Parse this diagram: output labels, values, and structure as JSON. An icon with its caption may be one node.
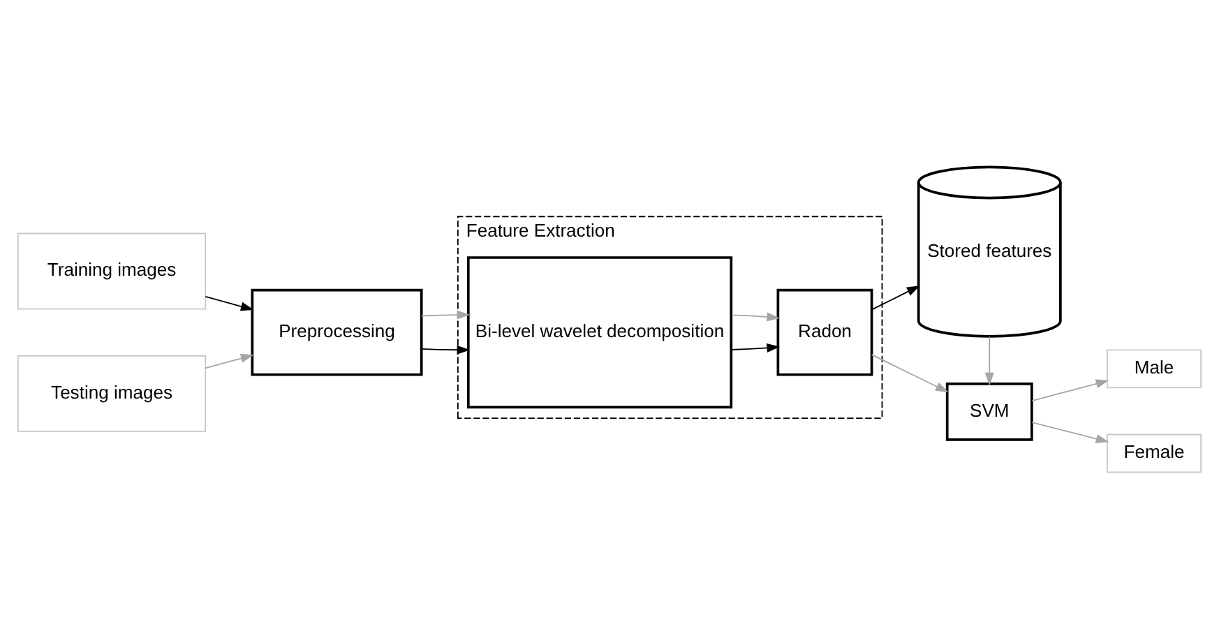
{
  "diagram": {
    "nodes": [
      {
        "text": [
          "Training images"
        ]
      },
      {
        "text": [
          "Testing images"
        ]
      },
      {
        "text": [
          "Preprocessing"
        ]
      },
      {
        "text": [
          "Feature Extraction"
        ]
      },
      {
        "text": [
          "Bi-level wavelet decomposition"
        ],
        "in": 3
      },
      {
        "text": [
          "Radon"
        ],
        "in": 3
      },
      {
        "text": [
          "Stored features"
        ]
      },
      {
        "text": [
          "SVM"
        ]
      },
      {
        "text": [
          "Male"
        ]
      },
      {
        "text": [
          "Female"
        ]
      }
    ],
    "edges": [
      {
        "from": 0,
        "to": 2,
        "arrow": "to",
        "color": "#000000"
      },
      {
        "from": 1,
        "to": 2,
        "arrow": "to"
      },
      {
        "from": 2,
        "to": 4,
        "arrow": "to",
        "color": "#000000"
      },
      {
        "from": 2,
        "to": 4,
        "arrow": "to"
      },
      {
        "from": 4,
        "to": 5,
        "arrow": "to",
        "color": "#000000"
      },
      {
        "from": 4,
        "to": 5,
        "arrow": "to"
      },
      {
        "from": 5,
        "to": 6,
        "arrow": "to",
        "color": "#000000"
      },
      {
        "from": 5,
        "to": 7,
        "arrow": "to"
      },
      {
        "from": 6,
        "to": 7,
        "arrow": "to"
      },
      {
        "from": 7,
        "to": 8,
        "arrow": "to"
      },
      {
        "from": 7,
        "to": 9,
        "arrow": "to"
      }
    ]
  }
}
